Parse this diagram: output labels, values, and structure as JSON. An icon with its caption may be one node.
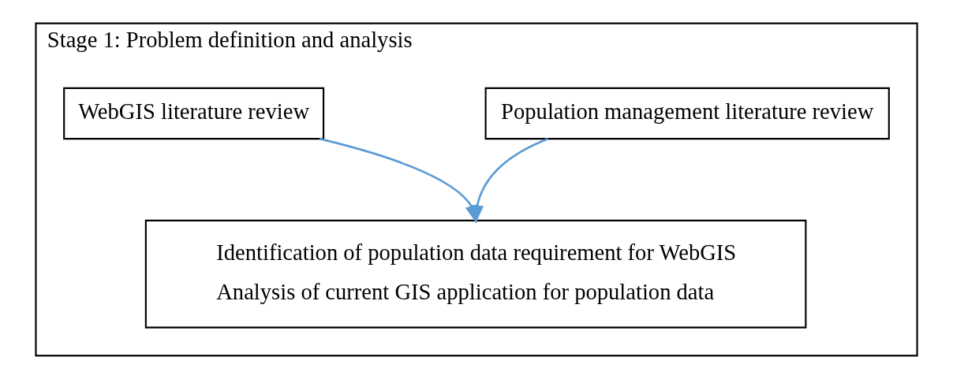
{
  "diagram": {
    "nodes": [
      {
        "text": [
          "Stage 1: Problem definition and analysis"
        ]
      },
      {
        "text": [
          "Population management literature review"
        ],
        "in": 0
      },
      {
        "text": [
          "WebGIS literature review"
        ],
        "in": 0
      },
      {
        "text": [
          "Identification of population data requirement for WebGIS",
          "Analysis of current GIS application for population data"
        ],
        "in": 0
      }
    ],
    "edges": [
      {
        "from": 1,
        "to": 3,
        "arrow": "to"
      },
      {
        "from": 2,
        "to": 3,
        "arrow": "to"
      }
    ]
  }
}
